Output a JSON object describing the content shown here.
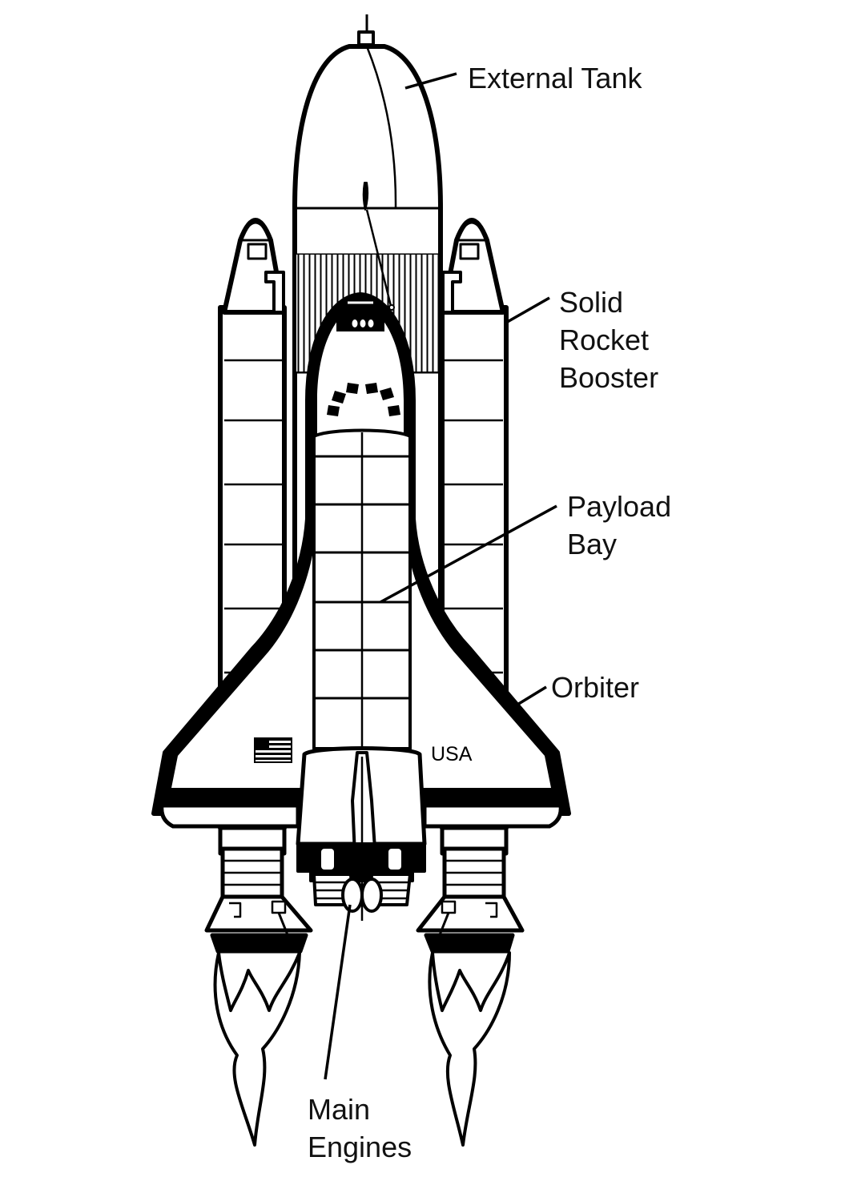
{
  "diagram": {
    "labels": {
      "external_tank": "External Tank",
      "srb": [
        "Solid",
        "Rocket",
        "Booster"
      ],
      "payload_bay": [
        "Payload",
        "Bay"
      ],
      "orbiter": "Orbiter",
      "main_engines": [
        "Main",
        "Engines"
      ]
    },
    "wing_marking": "USA",
    "line_color": "#000000",
    "fill_color": "#ffffff"
  }
}
